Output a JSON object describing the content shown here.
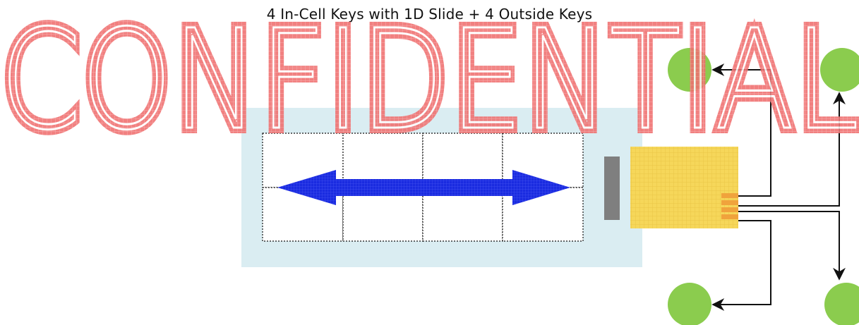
{
  "diagram": {
    "title": "4 In-Cell Keys with 1D Slide + 4 Outside Keys",
    "watermark": "CONFIDENTIAL",
    "in_cell_key_count": 4,
    "outside_key_count": 4,
    "slide_direction": "horizontal (bidirectional)"
  },
  "colors": {
    "panel_background": "#daedf2",
    "grid_lines": "#111111",
    "slide_arrow": "#1a2be0",
    "connector_bar": "#7f7f7f",
    "fpc_board": "#f6d75a",
    "fpc_pads": "#f0a33c",
    "outside_keys": "#8bcc4e",
    "wiring": "#111111",
    "watermark": "#ef5a5a"
  },
  "icons": {
    "slide_arrow": "double-headed-arrow",
    "outside_key": "circle"
  }
}
